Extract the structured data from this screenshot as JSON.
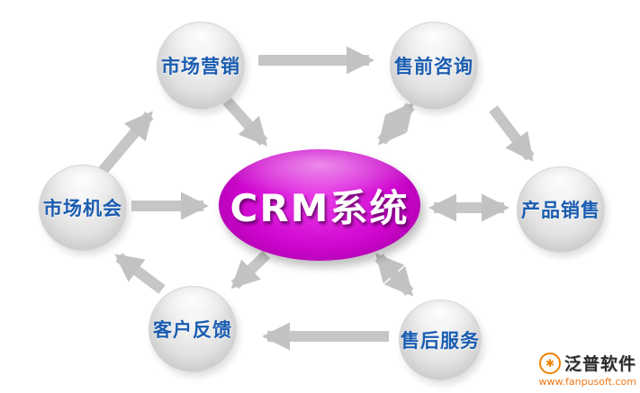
{
  "diagram": {
    "center": {
      "label": "CRM系统",
      "color": "#cc00cc",
      "text_color": "#ffffff"
    },
    "nodes": [
      {
        "id": "marketing",
        "label": "市场营销"
      },
      {
        "id": "presales-consulting",
        "label": "售前咨询"
      },
      {
        "id": "product-sales",
        "label": "产品销售"
      },
      {
        "id": "aftersales-service",
        "label": "售后服务"
      },
      {
        "id": "customer-feedback",
        "label": "客户反馈"
      },
      {
        "id": "market-opportunity",
        "label": "市场机会"
      }
    ],
    "node_text_color": "#1a5cb0",
    "arrow_color": "#c6c6c6",
    "connections": [
      {
        "from": "marketing",
        "to": "presales-consulting",
        "double": false
      },
      {
        "from": "market-opportunity",
        "to": "marketing",
        "double": false
      },
      {
        "from": "marketing",
        "to": "center",
        "double": false
      },
      {
        "from": "presales-consulting",
        "to": "center",
        "double": true
      },
      {
        "from": "presales-consulting",
        "to": "product-sales",
        "double": false
      },
      {
        "from": "center",
        "to": "product-sales",
        "double": true
      },
      {
        "from": "center",
        "to": "aftersales-service",
        "double": true
      },
      {
        "from": "aftersales-service",
        "to": "customer-feedback",
        "double": false
      },
      {
        "from": "customer-feedback",
        "to": "market-opportunity",
        "double": false
      },
      {
        "from": "market-opportunity",
        "to": "center",
        "double": false
      },
      {
        "from": "center",
        "to": "customer-feedback",
        "double": false
      }
    ]
  },
  "watermark": {
    "brand": "泛普软件",
    "url": "www.fanpusoft.com",
    "accent_color": "#f08200"
  }
}
